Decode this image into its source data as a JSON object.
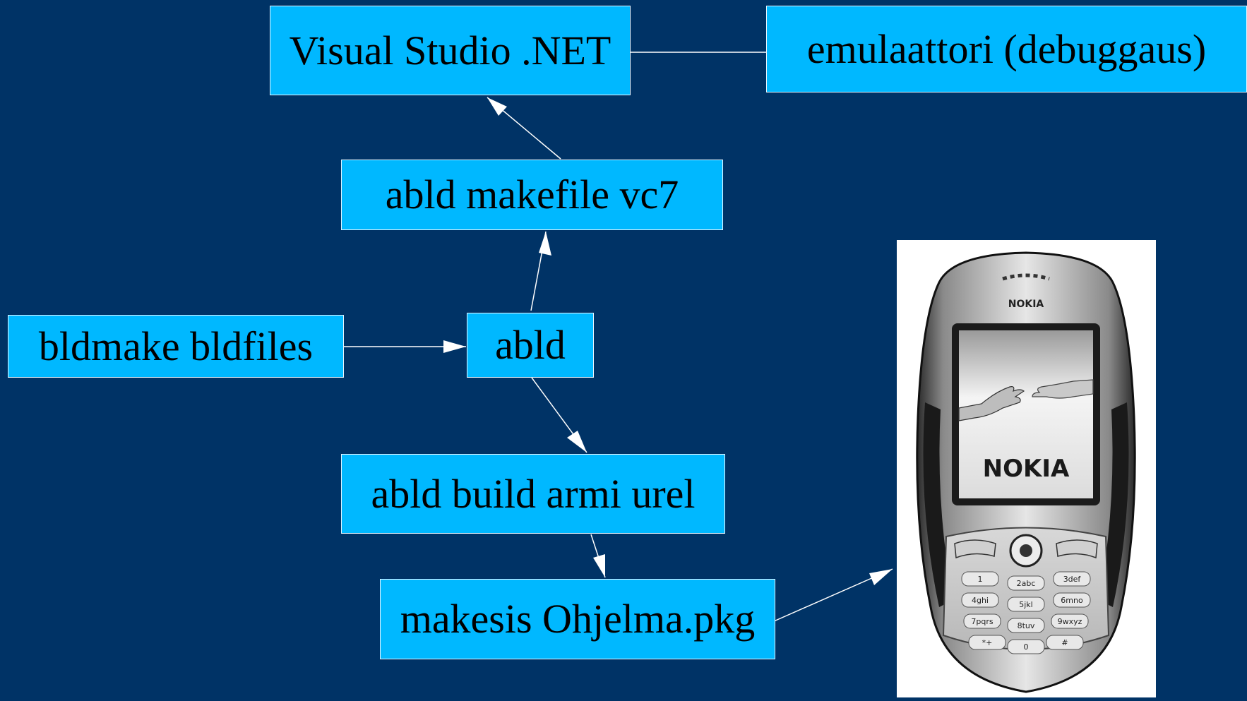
{
  "diagram": {
    "nodes": [
      {
        "id": "vs",
        "label": "Visual Studio .NET"
      },
      {
        "id": "emu",
        "label": "emulaattori (debuggaus)"
      },
      {
        "id": "mkvc7",
        "label": "abld makefile vc7"
      },
      {
        "id": "bldmake",
        "label": "bldmake bldfiles"
      },
      {
        "id": "abld",
        "label": "abld"
      },
      {
        "id": "build",
        "label": "abld build armi urel"
      },
      {
        "id": "makesis",
        "label": "makesis Ohjelma.pkg"
      }
    ],
    "edges": [
      {
        "from": "emu",
        "to": "vs",
        "arrow": false
      },
      {
        "from": "mkvc7",
        "to": "vs",
        "arrow": true
      },
      {
        "from": "abld",
        "to": "mkvc7",
        "arrow": true
      },
      {
        "from": "bldmake",
        "to": "abld",
        "arrow": true
      },
      {
        "from": "abld",
        "to": "build",
        "arrow": true
      },
      {
        "from": "build",
        "to": "makesis",
        "arrow": true
      },
      {
        "from": "makesis",
        "to": "phone",
        "arrow": true
      }
    ]
  },
  "phone": {
    "brand_top": "NOKIA",
    "brand_screen": "NOKIA",
    "keys": [
      "1",
      "2abc",
      "3def",
      "4ghi",
      "5jkl",
      "6mno",
      "7pqrs",
      "8tuv",
      "9wxyz",
      "*+",
      "0",
      "#"
    ]
  },
  "colors": {
    "background": "#003366",
    "node_fill": "#00b8ff",
    "node_border": "#e8f6ff",
    "edge": "#ffffff"
  }
}
